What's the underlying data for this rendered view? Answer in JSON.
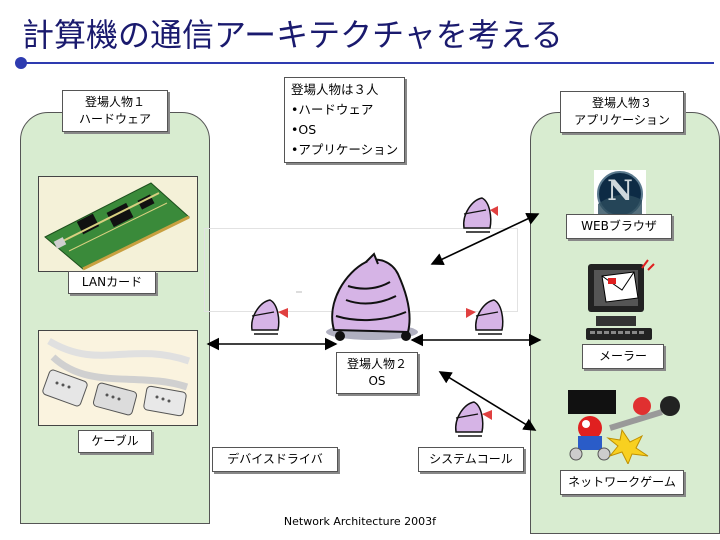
{
  "slide": {
    "title": "計算機の通信アーキテクチャを考える",
    "footer": "Network Architecture 2003f"
  },
  "note": {
    "heading": "登場人物は３人",
    "items": [
      "•ハードウェア",
      "•OS",
      "•アプリケーション"
    ]
  },
  "characters": {
    "hardware": {
      "line1": "登場人物１",
      "line2": "ハードウェア"
    },
    "os": {
      "line1": "登場人物２",
      "line2": "OS"
    },
    "application": {
      "line1": "登場人物３",
      "line2": "アプリケーション"
    }
  },
  "labels": {
    "lan_card": "LANカード",
    "cable": "ケーブル",
    "device_driver": "デバイスドライバ",
    "system_call": "システムコール",
    "web_browser": "WEBブラウザ",
    "mailer": "メーラー",
    "network_game": "ネットワークゲーム"
  },
  "logo_text": "N",
  "colors": {
    "title": "#1a1a6e",
    "panel": "#d8ecd0",
    "accent_rule": "#2e3bb0"
  }
}
